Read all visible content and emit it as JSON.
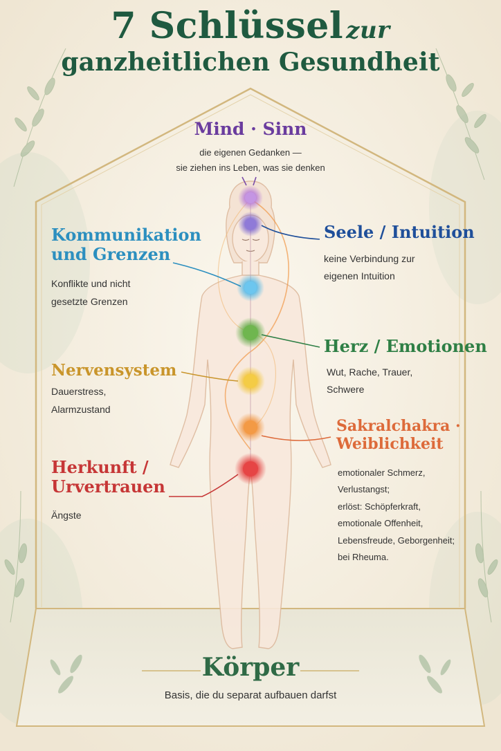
{
  "title": {
    "line1": "7 Schlüssel",
    "line1_small": "zur",
    "line2": "ganzheitlichen Gesundheit"
  },
  "keys": [
    {
      "name": "mind",
      "heading": [
        "Mind · Sinn"
      ],
      "description": [
        "die eigenen Gedanken —",
        "sie ziehen ins Leben, was sie denken"
      ],
      "color": "#6a3c9e"
    },
    {
      "name": "seele",
      "heading": [
        "Seele / Intuition"
      ],
      "description": [
        "keine Verbindung zur",
        "eigenen Intuition"
      ],
      "color": "#1f4f9a"
    },
    {
      "name": "kommunikation",
      "heading": [
        "Kommunikation",
        "und Grenzen"
      ],
      "description": [
        "Konflikte und nicht",
        "gesetzte Grenzen"
      ],
      "color": "#2c8fbf"
    },
    {
      "name": "herz",
      "heading": [
        "Herz / Emotionen"
      ],
      "description": [
        "Wut, Rache, Trauer,",
        "Schwere"
      ],
      "color": "#2e7f45"
    },
    {
      "name": "nervensystem",
      "heading": [
        "Nervensystem"
      ],
      "description": [
        "Dauerstress,",
        "Alarmzustand"
      ],
      "color": "#c9952b"
    },
    {
      "name": "sakral",
      "heading": [
        "Sakralchakra ·",
        "Weiblichkeit"
      ],
      "description": [
        "emotionaler Schmerz,",
        "Verlustangst;",
        "erlöst: Schöpferkraft,",
        "emotionale Offenheit,",
        "Lebensfreude, Geborgenheit;",
        "bei Rheuma."
      ],
      "color": "#dd6a3a"
    },
    {
      "name": "herkunft",
      "heading": [
        "Herkunft /",
        "Urvertrauen"
      ],
      "description": [
        "Ängste"
      ],
      "color": "#c63636"
    }
  ],
  "base": {
    "heading": "Körper",
    "description": "Basis, die du separat aufbauen darfst",
    "color": "#2f6a46"
  },
  "chakra_colors": [
    "#b77bd6",
    "#7e68d0",
    "#4fb6e6",
    "#5ea843",
    "#f1c232",
    "#f0913a",
    "#e23b3b"
  ]
}
